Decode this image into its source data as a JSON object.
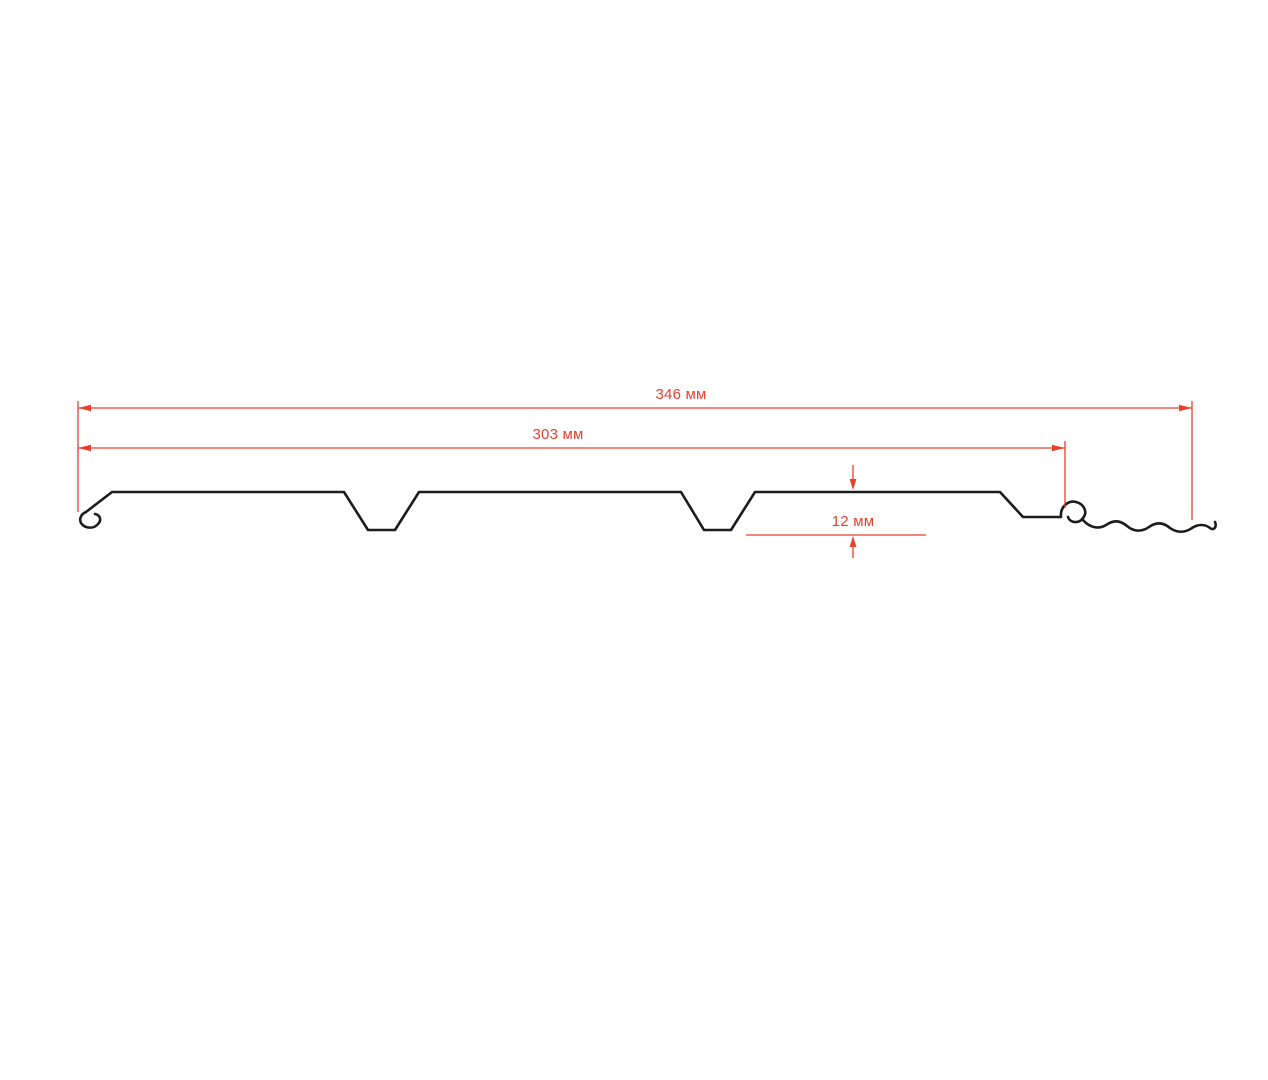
{
  "diagram": {
    "dimensions": {
      "overall_width": {
        "label": "346 мм",
        "value_mm": 346
      },
      "panel_width": {
        "label": "303 мм",
        "value_mm": 303
      },
      "depth": {
        "label": "12 мм",
        "value_mm": 12
      }
    },
    "colors": {
      "dimension": "#e8402c",
      "profile": "#1c1c1c",
      "background": "#ffffff"
    }
  }
}
